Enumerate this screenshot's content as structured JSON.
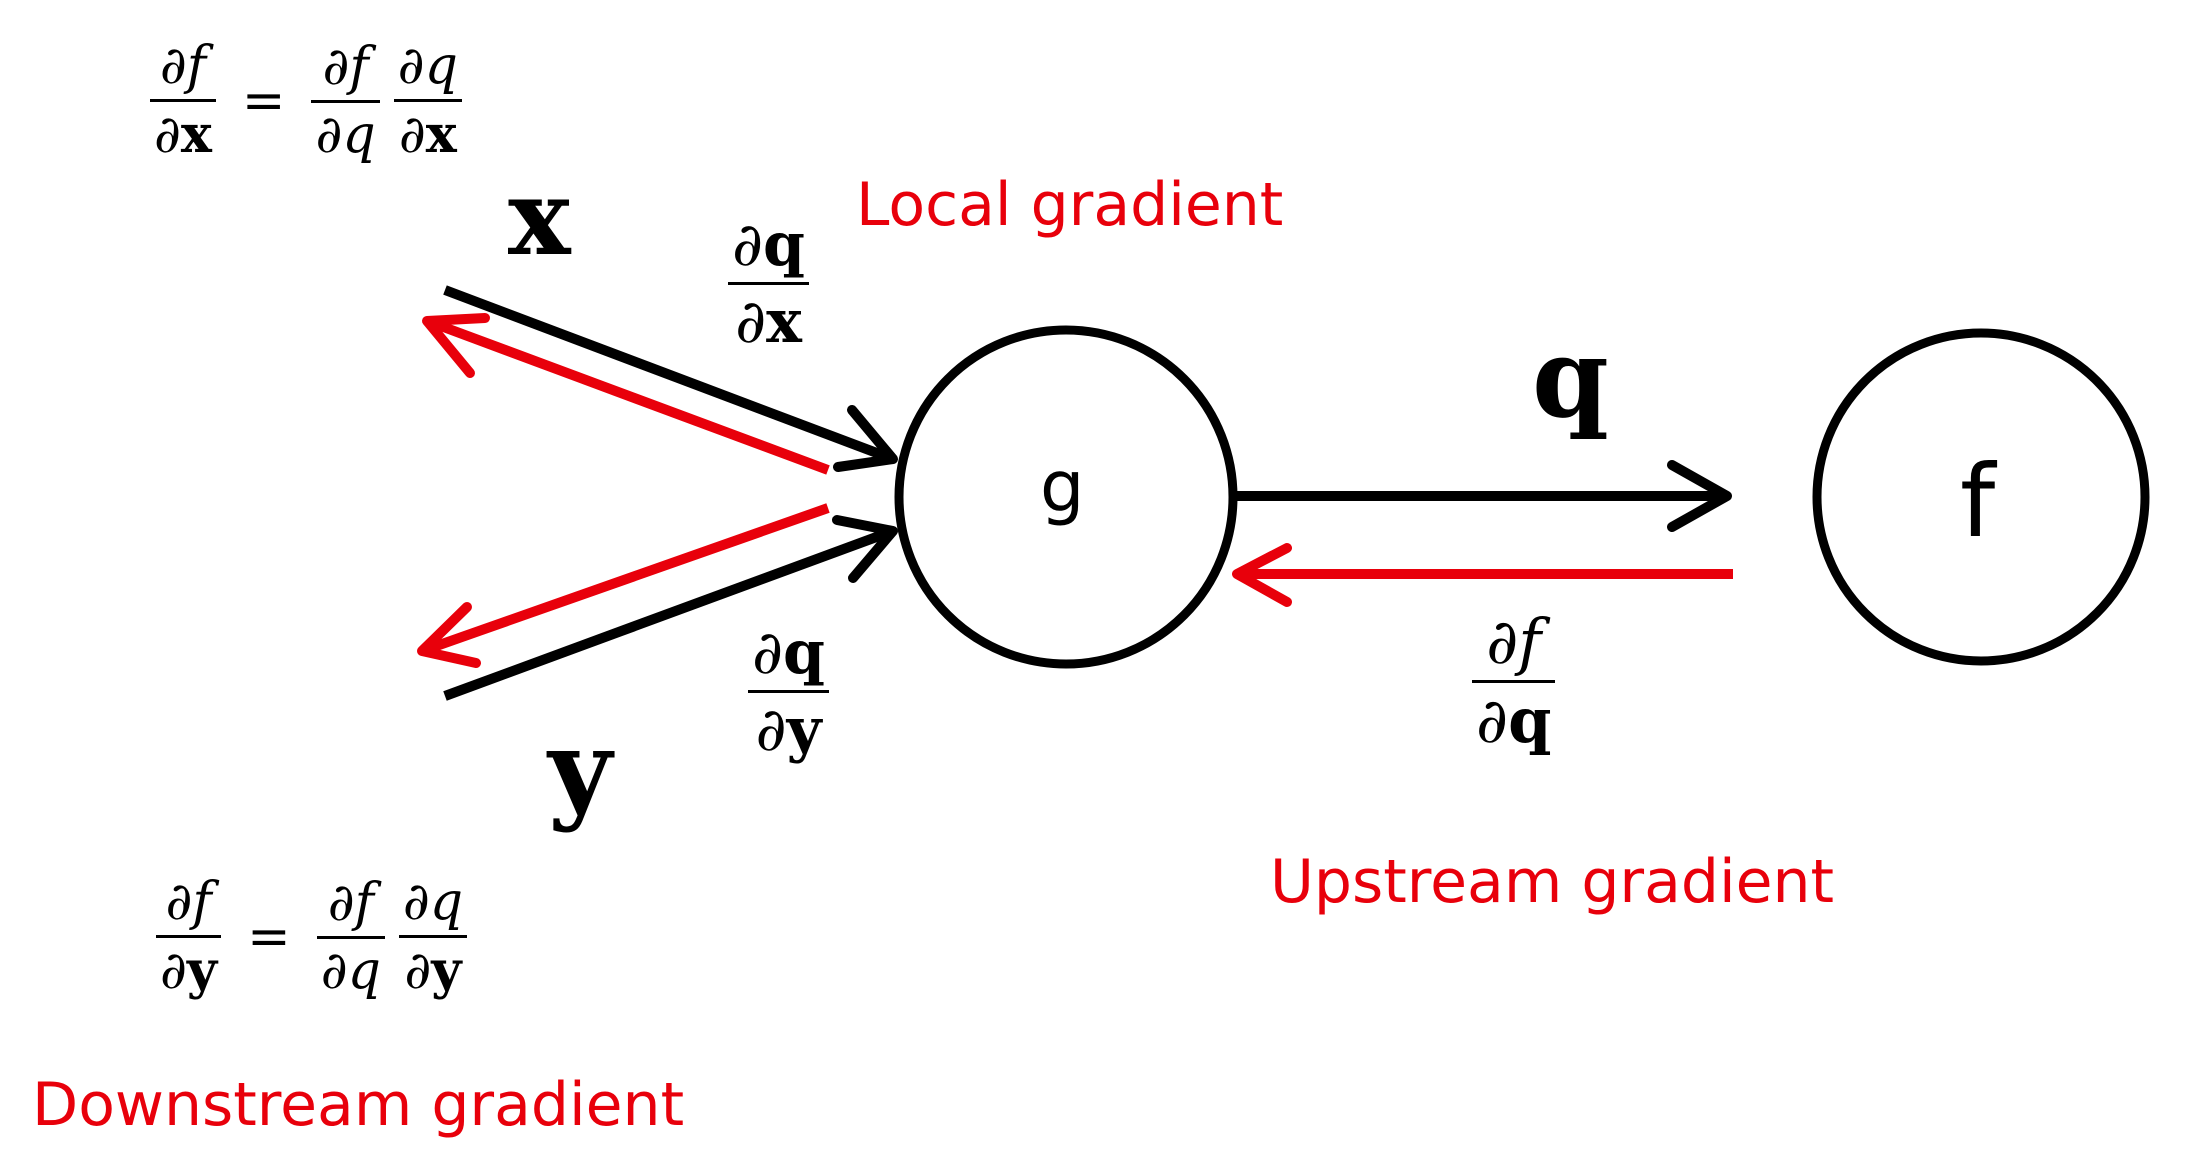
{
  "labels": {
    "local_gradient": "Local gradient",
    "upstream_gradient": "Upstream gradient",
    "downstream_gradient": "Downstream gradient"
  },
  "nodes": {
    "g": "g",
    "f": "f"
  },
  "variables": {
    "x": "x",
    "y": "y",
    "q": "q"
  },
  "fractions": {
    "dq_dx": {
      "num": [
        "∂",
        "q"
      ],
      "den": [
        "∂",
        "x"
      ]
    },
    "dq_dy": {
      "num": [
        "∂",
        "q"
      ],
      "den": [
        "∂",
        "y"
      ]
    },
    "df_dq": {
      "num": [
        "∂",
        "f"
      ],
      "den": [
        "∂",
        "q"
      ]
    }
  },
  "equations": {
    "chain_x": {
      "lhs": {
        "num": [
          "∂",
          "f"
        ],
        "den": [
          "∂",
          "x"
        ]
      },
      "equals": "=",
      "rhs1": {
        "num": [
          "∂",
          "f"
        ],
        "den": [
          "∂",
          "q"
        ]
      },
      "rhs2": {
        "num": [
          "∂",
          "q"
        ],
        "den": [
          "∂",
          "x"
        ]
      }
    },
    "chain_y": {
      "lhs": {
        "num": [
          "∂",
          "f"
        ],
        "den": [
          "∂",
          "y"
        ]
      },
      "equals": "=",
      "rhs1": {
        "num": [
          "∂",
          "f"
        ],
        "den": [
          "∂",
          "q"
        ]
      },
      "rhs2": {
        "num": [
          "∂",
          "q"
        ],
        "den": [
          "∂",
          "y"
        ]
      }
    }
  },
  "colors": {
    "forward": "#000000",
    "backward": "#e8000b",
    "label_red": "#e8000b"
  }
}
